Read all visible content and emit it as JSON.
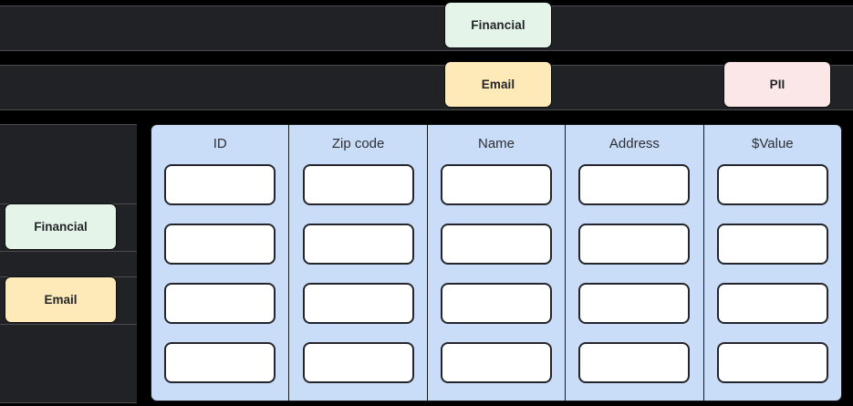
{
  "theme": {
    "background": "#000000",
    "row_strip": "#212225",
    "row_border": "#4a4b4e",
    "column_blue": "#c9ddf8",
    "cell_white": "#ffffff",
    "cell_border": "#24262b",
    "tag_financial": "#e4f4e8",
    "tag_email": "#fdeab8",
    "tag_pii": "#fbe7e7",
    "tag_text": "#24252a",
    "header_text": "#2d2f33"
  },
  "tag_rows": [
    {
      "row_index": 1,
      "tags": [
        {
          "label": "Financial",
          "color": "#e4f4e8"
        }
      ]
    },
    {
      "row_index": 2,
      "tags": [
        {
          "label": "Email",
          "color": "#fdeab8"
        },
        {
          "label": "PII",
          "color": "#fbe7e7"
        }
      ]
    }
  ],
  "sidebar": {
    "chips": [
      {
        "label": "Financial",
        "color": "#e4f4e8"
      },
      {
        "label": "Email",
        "color": "#fdeab8"
      }
    ]
  },
  "table": {
    "columns": [
      {
        "header": "ID",
        "cells": [
          "",
          "",
          "",
          ""
        ]
      },
      {
        "header": "Zip code",
        "cells": [
          "",
          "",
          "",
          ""
        ]
      },
      {
        "header": "Name",
        "cells": [
          "",
          "",
          "",
          ""
        ]
      },
      {
        "header": "Address",
        "cells": [
          "",
          "",
          "",
          ""
        ]
      },
      {
        "header": "$Value",
        "cells": [
          "",
          "",
          "",
          ""
        ]
      }
    ],
    "row_count": 4,
    "column_count": 5
  }
}
